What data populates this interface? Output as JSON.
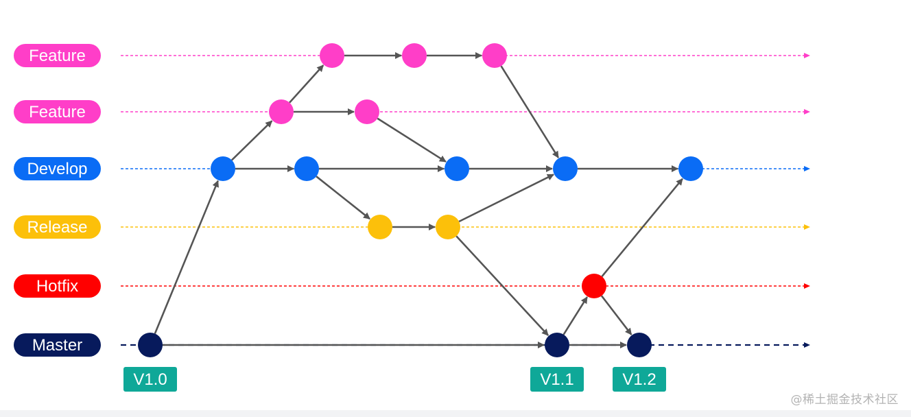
{
  "branches": [
    {
      "id": "feature1",
      "label": "Feature",
      "color": "#ff3ec8"
    },
    {
      "id": "feature2",
      "label": "Feature",
      "color": "#ff3ec8"
    },
    {
      "id": "develop",
      "label": "Develop",
      "color": "#0a6cf5"
    },
    {
      "id": "release",
      "label": "Release",
      "color": "#fcc00a"
    },
    {
      "id": "hotfix",
      "label": "Hotfix",
      "color": "#ff0000"
    },
    {
      "id": "master",
      "label": "Master",
      "color": "#071a5c"
    }
  ],
  "commits": [
    {
      "id": "m1",
      "branch": "master"
    },
    {
      "id": "d1",
      "branch": "develop"
    },
    {
      "id": "f2a",
      "branch": "feature2"
    },
    {
      "id": "f1a",
      "branch": "feature1"
    },
    {
      "id": "f1b",
      "branch": "feature1"
    },
    {
      "id": "f1c",
      "branch": "feature1"
    },
    {
      "id": "d2",
      "branch": "develop"
    },
    {
      "id": "f2b",
      "branch": "feature2"
    },
    {
      "id": "r1",
      "branch": "release"
    },
    {
      "id": "r2",
      "branch": "release"
    },
    {
      "id": "d3",
      "branch": "develop"
    },
    {
      "id": "d4",
      "branch": "develop"
    },
    {
      "id": "m2",
      "branch": "master"
    },
    {
      "id": "h1",
      "branch": "hotfix"
    },
    {
      "id": "m3",
      "branch": "master"
    },
    {
      "id": "d5",
      "branch": "develop"
    }
  ],
  "edges": [
    [
      "m1",
      "d1"
    ],
    [
      "d1",
      "f2a"
    ],
    [
      "f2a",
      "f1a"
    ],
    [
      "f1a",
      "f1b"
    ],
    [
      "f1b",
      "f1c"
    ],
    [
      "f2a",
      "f2b"
    ],
    [
      "d1",
      "d2"
    ],
    [
      "d2",
      "d3"
    ],
    [
      "f2b",
      "d3"
    ],
    [
      "d3",
      "d4"
    ],
    [
      "f1c",
      "d4"
    ],
    [
      "d2",
      "r1"
    ],
    [
      "r1",
      "r2"
    ],
    [
      "r2",
      "d4"
    ],
    [
      "r2",
      "m2"
    ],
    [
      "m1",
      "m2"
    ],
    [
      "m2",
      "h1"
    ],
    [
      "h1",
      "m3"
    ],
    [
      "m2",
      "m3"
    ],
    [
      "h1",
      "d5"
    ],
    [
      "d4",
      "d5"
    ]
  ],
  "tags": [
    {
      "commit": "m1",
      "label": "V1.0"
    },
    {
      "commit": "m2",
      "label": "V1.1"
    },
    {
      "commit": "m3",
      "label": "V1.2"
    }
  ],
  "tag_color": "#0fa898",
  "edge_color": "#555555",
  "watermark": "@稀土掘金技术社区"
}
